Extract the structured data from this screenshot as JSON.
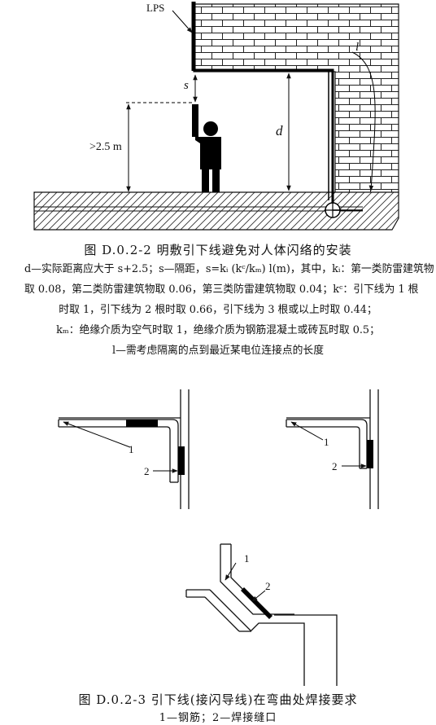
{
  "figure1": {
    "label_lps": "LPS",
    "label_l": "l",
    "label_s": "s",
    "label_d": "d",
    "label_height": ">2.5 m",
    "caption": "图 D.0.2-2   明敷引下线避免对人体闪络的安装",
    "note_line1": "d—实际距离应大于 s+2.5；s—隔距，s=kᵢ (kᶜ/kₘ) l(m)，其中，kᵢ：第一类防雷建筑物",
    "note_line2": "取 0.08，第二类防雷建筑物取 0.06，第三类防雷建筑物取 0.04；kᶜ：引下线为 1 根",
    "note_line3": "时取 1，引下线为 2 根时取 0.66，引下线为 3 根或以上时取 0.44；",
    "note_line4": "kₘ：绝缘介质为空气时取 1，绝缘介质为钢筋混凝土或砖瓦时取 0.5；",
    "note_line5": "l—需考虑隔离的点到最近某电位连接点的长度"
  },
  "figure2": {
    "callout_1": "1",
    "callout_2": "2",
    "caption": "图 D.0.2-3   引下线(接闪导线)在弯曲处焊接要求",
    "legend": "1—钢筋；2—焊接缝口"
  }
}
